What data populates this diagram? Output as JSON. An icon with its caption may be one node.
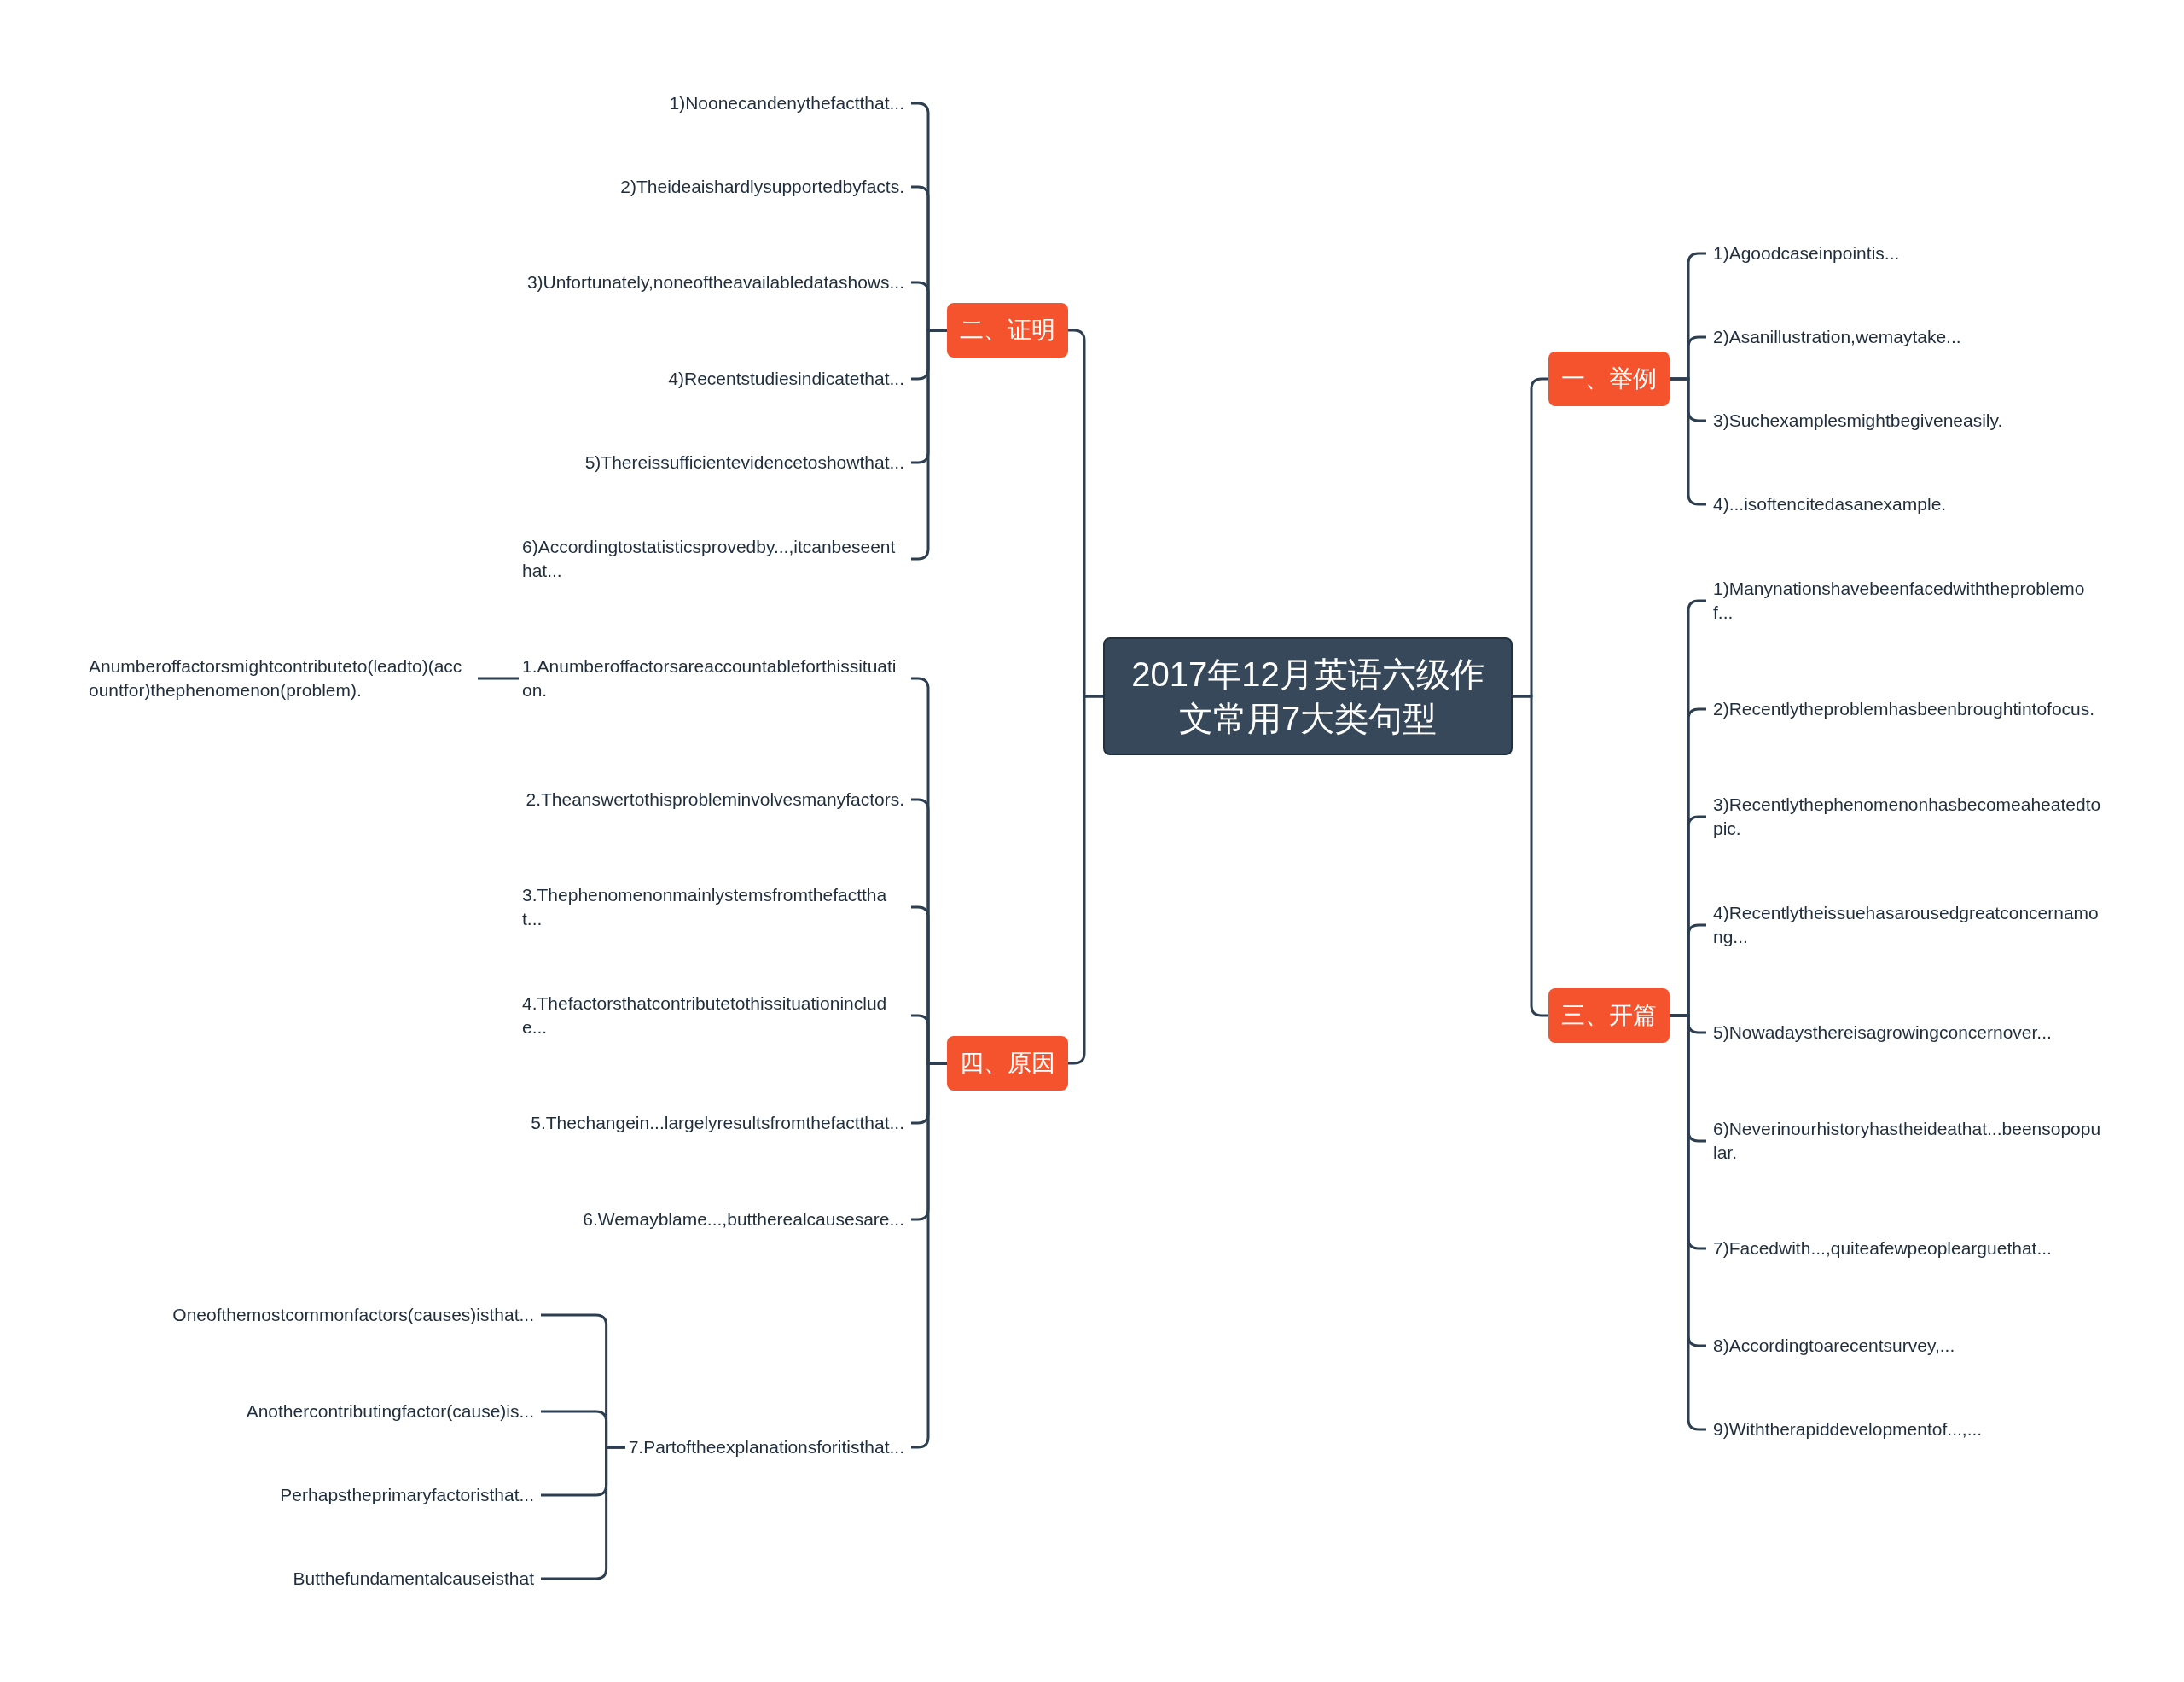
{
  "diagram": {
    "nodes": [
      {
        "text": [
          "2017年12月英语六级作文常用7大类句型"
        ]
      },
      {
        "text": [
          "一、举例"
        ]
      },
      {
        "text": [
          "1)Agoodcaseinpointis..."
        ]
      },
      {
        "text": [
          "2)Asanillustration,wemaytake..."
        ]
      },
      {
        "text": [
          "3)Suchexamplesmightbegiveneasily."
        ]
      },
      {
        "text": [
          "4)...isoftencitedasanexample."
        ]
      },
      {
        "text": [
          "二、证明"
        ]
      },
      {
        "text": [
          "1)Noonecandenythefactthat..."
        ]
      },
      {
        "text": [
          "2)Theideaishardlysupportedbyfacts."
        ]
      },
      {
        "text": [
          "3)Unfortunately,noneoftheavailabledatashows..."
        ]
      },
      {
        "text": [
          "4)Recentstudiesindicatethat..."
        ]
      },
      {
        "text": [
          "5)Thereissufficientevidencetoshowthat..."
        ]
      },
      {
        "text": [
          "6)Accordingtostatisticsprovedby...,itcanbeseenthat..."
        ]
      },
      {
        "text": [
          "三、开篇"
        ]
      },
      {
        "text": [
          "1)Manynationshavebeenfacedwiththeproblemof..."
        ]
      },
      {
        "text": [
          "2)Recentlytheproblemhasbeenbroughtintofocus."
        ]
      },
      {
        "text": [
          "3)Recentlythephenomenonhasbecomeaheatedtopic."
        ]
      },
      {
        "text": [
          "4)Recentlytheissuehasarousedgreatconcernamong..."
        ]
      },
      {
        "text": [
          "5)Nowadaysthereisagrowingconcernover..."
        ]
      },
      {
        "text": [
          "6)Neverinourhistoryhastheideathat...beensopopular."
        ]
      },
      {
        "text": [
          "7)Facedwith...,quiteafewpeoplearguethat..."
        ]
      },
      {
        "text": [
          "8)Accordingtoarecentsurvey,..."
        ]
      },
      {
        "text": [
          "9)Withtherapiddevelopmentof...,..."
        ]
      },
      {
        "text": [
          "四、原因"
        ]
      },
      {
        "text": [
          "1.Anumberoffactorsareaccountableforthissituation."
        ]
      },
      {
        "text": [
          "2.Theanswertothisprobleminvolvesmanyfactors."
        ]
      },
      {
        "text": [
          "3.Thephenomenonmainlystemsfromthefactthat..."
        ]
      },
      {
        "text": [
          "4.Thefactorsthatcontributetothissituationinclude..."
        ]
      },
      {
        "text": [
          "5.Thechangein...largelyresultsfromthefactthat..."
        ]
      },
      {
        "text": [
          "6.Wemayblame...,buttherealcausesare..."
        ]
      },
      {
        "text": [
          "7.Partoftheexplanationsforitisthat..."
        ]
      },
      {
        "text": [
          "Anumberoffactorsmightcontributeto(leadto)(accountfor)thephenomenon(problem)."
        ]
      },
      {
        "text": [
          "Oneofthemostcommonfactors(causes)isthat..."
        ]
      },
      {
        "text": [
          "Anothercontributingfactor(cause)is..."
        ]
      },
      {
        "text": [
          "Perhapstheprimaryfactoristhat..."
        ]
      },
      {
        "text": [
          "Butthefundamentalcauseisthat"
        ]
      }
    ],
    "edges": [
      {
        "from": 0,
        "to": 1,
        "arrow": "none"
      },
      {
        "from": 0,
        "to": 6,
        "arrow": "none"
      },
      {
        "from": 0,
        "to": 13,
        "arrow": "none"
      },
      {
        "from": 0,
        "to": 23,
        "arrow": "none"
      },
      {
        "from": 1,
        "to": 2,
        "arrow": "none"
      },
      {
        "from": 1,
        "to": 3,
        "arrow": "none"
      },
      {
        "from": 1,
        "to": 4,
        "arrow": "none"
      },
      {
        "from": 1,
        "to": 5,
        "arrow": "none"
      },
      {
        "from": 6,
        "to": 7,
        "arrow": "none"
      },
      {
        "from": 6,
        "to": 8,
        "arrow": "none"
      },
      {
        "from": 6,
        "to": 9,
        "arrow": "none"
      },
      {
        "from": 6,
        "to": 10,
        "arrow": "none"
      },
      {
        "from": 6,
        "to": 11,
        "arrow": "none"
      },
      {
        "from": 6,
        "to": 12,
        "arrow": "none"
      },
      {
        "from": 13,
        "to": 14,
        "arrow": "none"
      },
      {
        "from": 13,
        "to": 15,
        "arrow": "none"
      },
      {
        "from": 13,
        "to": 16,
        "arrow": "none"
      },
      {
        "from": 13,
        "to": 17,
        "arrow": "none"
      },
      {
        "from": 13,
        "to": 18,
        "arrow": "none"
      },
      {
        "from": 13,
        "to": 19,
        "arrow": "none"
      },
      {
        "from": 13,
        "to": 20,
        "arrow": "none"
      },
      {
        "from": 13,
        "to": 21,
        "arrow": "none"
      },
      {
        "from": 13,
        "to": 22,
        "arrow": "none"
      },
      {
        "from": 23,
        "to": 24,
        "arrow": "none"
      },
      {
        "from": 23,
        "to": 25,
        "arrow": "none"
      },
      {
        "from": 23,
        "to": 26,
        "arrow": "none"
      },
      {
        "from": 23,
        "to": 27,
        "arrow": "none"
      },
      {
        "from": 23,
        "to": 28,
        "arrow": "none"
      },
      {
        "from": 23,
        "to": 29,
        "arrow": "none"
      },
      {
        "from": 23,
        "to": 30,
        "arrow": "none"
      },
      {
        "from": 24,
        "to": 31,
        "arrow": "none"
      },
      {
        "from": 30,
        "to": 32,
        "arrow": "none"
      },
      {
        "from": 30,
        "to": 33,
        "arrow": "none"
      },
      {
        "from": 30,
        "to": 34,
        "arrow": "none"
      },
      {
        "from": 30,
        "to": 35,
        "arrow": "none"
      }
    ]
  }
}
